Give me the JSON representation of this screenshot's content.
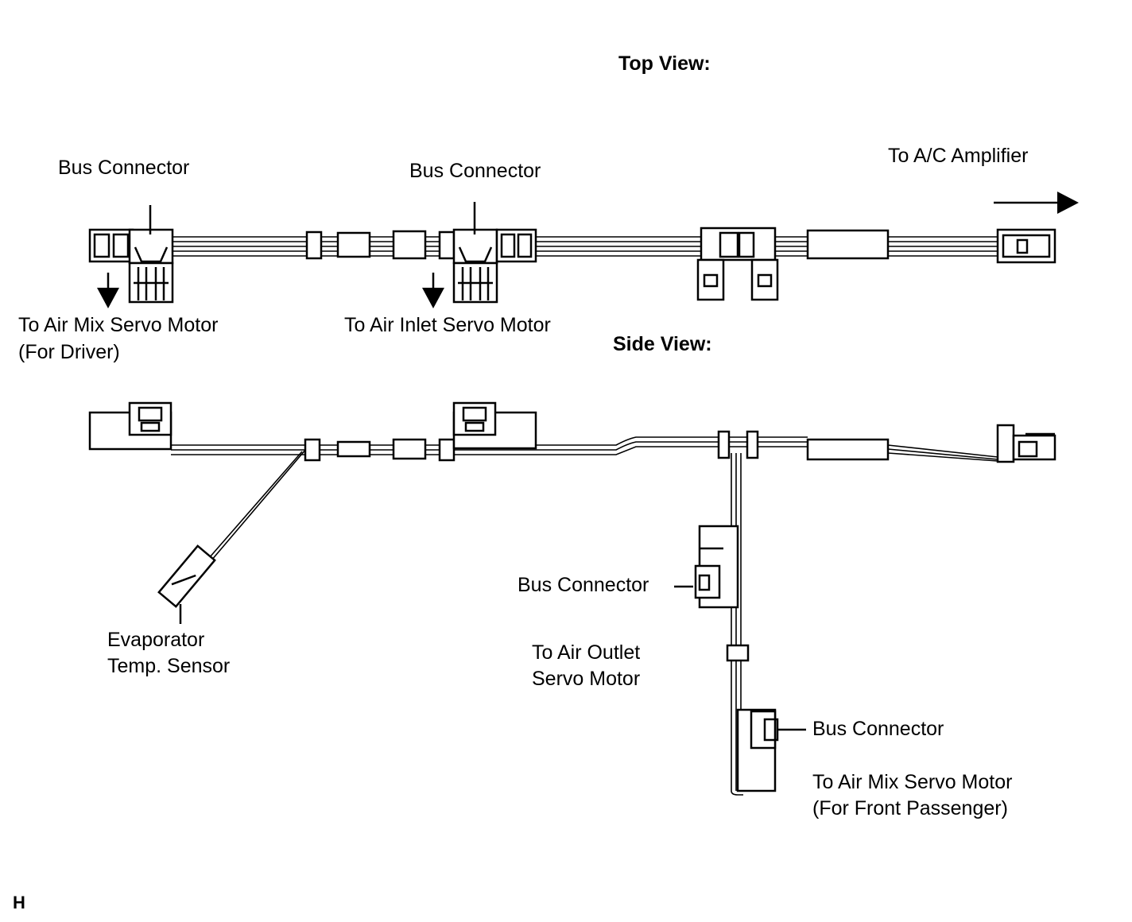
{
  "diagram": {
    "views": {
      "top": "Top View:",
      "side": "Side View:"
    },
    "labels": {
      "bus_connector_1": "Bus Connector",
      "bus_connector_2": "Bus Connector",
      "to_ac_amplifier": "To A/C Amplifier",
      "to_air_mix_driver_line1": "To Air Mix Servo Motor",
      "to_air_mix_driver_line2": "(For Driver)",
      "to_air_inlet": "To Air Inlet Servo Motor",
      "bus_connector_3": "Bus Connector",
      "to_air_outlet_line1": "To Air Outlet",
      "to_air_outlet_line2": "Servo Motor",
      "evaporator_line1": "Evaporator",
      "evaporator_line2": "Temp. Sensor",
      "bus_connector_4": "Bus Connector",
      "to_air_mix_passenger_line1": "To Air Mix Servo Motor",
      "to_air_mix_passenger_line2": "(For Front Passenger)"
    },
    "figure_code": "H"
  }
}
